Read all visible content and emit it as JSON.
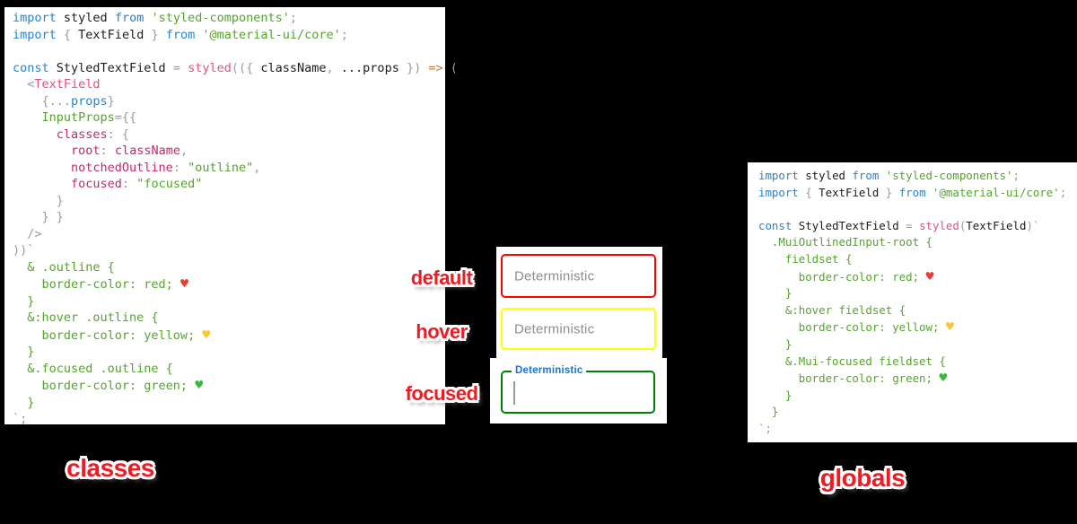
{
  "stickers": {
    "default": "default",
    "hover": "hover",
    "focused": "focused",
    "classes": "classes",
    "globals": "globals",
    "color": "#ed1c24"
  },
  "demo": {
    "default_field": {
      "placeholder": "Deterministic",
      "border_color": "#ff0000"
    },
    "hover_field": {
      "placeholder": "Deterministic",
      "border_color": "#ffff00"
    },
    "focused_field": {
      "label": "Deterministic",
      "border_color": "#008000",
      "label_color": "#1976d2",
      "caret_color": "#9a9a9a"
    }
  },
  "code_panels": {
    "classes": {
      "lines": [
        [
          [
            "kw",
            "import"
          ],
          [
            "pl",
            " styled "
          ],
          [
            "kw",
            "from"
          ],
          [
            "gr",
            " 'styled-components'"
          ],
          [
            "pn",
            ";"
          ]
        ],
        [
          [
            "kw",
            "import"
          ],
          [
            "pn",
            " { "
          ],
          [
            "pl",
            "TextField"
          ],
          [
            "pn",
            " } "
          ],
          [
            "kw",
            "from"
          ],
          [
            "gr",
            " '@material-ui/core'"
          ],
          [
            "pn",
            ";"
          ]
        ],
        [],
        [
          [
            "kw",
            "const"
          ],
          [
            "pl",
            " StyledTextField "
          ],
          [
            "pn",
            "= "
          ],
          [
            "rs",
            "styled"
          ],
          [
            "pn",
            "(({ "
          ],
          [
            "pl",
            "className"
          ],
          [
            "pn",
            ", "
          ],
          [
            "pl",
            "...props"
          ],
          [
            "pn",
            " }) "
          ],
          [
            "ar",
            "=>"
          ],
          [
            "pn",
            " ("
          ]
        ],
        [
          [
            "pn",
            "  <"
          ],
          [
            "rs",
            "TextField"
          ]
        ],
        [
          [
            "pn",
            "    {..."
          ],
          [
            "kw",
            "props"
          ],
          [
            "pn",
            "}"
          ]
        ],
        [
          [
            "gr",
            "    InputProps"
          ],
          [
            "pn",
            "={{"
          ]
        ],
        [
          [
            "ky",
            "      classes"
          ],
          [
            "pn",
            ": {"
          ]
        ],
        [
          [
            "ky",
            "        root"
          ],
          [
            "pn",
            ": "
          ],
          [
            "ky",
            "className"
          ],
          [
            "pn",
            ","
          ]
        ],
        [
          [
            "ky",
            "        notchedOutline"
          ],
          [
            "pn",
            ": "
          ],
          [
            "gr",
            "\"outline\""
          ],
          [
            "pn",
            ","
          ]
        ],
        [
          [
            "ky",
            "        focused"
          ],
          [
            "pn",
            ": "
          ],
          [
            "gr",
            "\"focused\""
          ]
        ],
        [
          [
            "pn",
            "      }"
          ]
        ],
        [
          [
            "pn",
            "    } }"
          ]
        ],
        [
          [
            "pn",
            "  />"
          ]
        ],
        [
          [
            "pn",
            "))`"
          ]
        ],
        [
          [
            "gr",
            "  & .outline {"
          ]
        ],
        [
          [
            "gr",
            "    border-color: red; "
          ],
          [
            "hr",
            "♥"
          ]
        ],
        [
          [
            "gr",
            "  }"
          ]
        ],
        [
          [
            "gr",
            "  &:hover .outline {"
          ]
        ],
        [
          [
            "gr",
            "    border-color: yellow; "
          ],
          [
            "hy",
            "♥"
          ]
        ],
        [
          [
            "gr",
            "  }"
          ]
        ],
        [
          [
            "gr",
            "  &.focused .outline {"
          ]
        ],
        [
          [
            "gr",
            "    border-color: green; "
          ],
          [
            "hg",
            "♥"
          ]
        ],
        [
          [
            "gr",
            "  }"
          ]
        ],
        [
          [
            "pn",
            "`;"
          ]
        ]
      ]
    },
    "globals": {
      "lines": [
        [
          [
            "kw",
            "import"
          ],
          [
            "pl",
            " styled "
          ],
          [
            "kw",
            "from"
          ],
          [
            "gr",
            " 'styled-components'"
          ],
          [
            "pn",
            ";"
          ]
        ],
        [
          [
            "kw",
            "import"
          ],
          [
            "pn",
            " { "
          ],
          [
            "pl",
            "TextField"
          ],
          [
            "pn",
            " } "
          ],
          [
            "kw",
            "from"
          ],
          [
            "gr",
            " '@material-ui/core'"
          ],
          [
            "pn",
            ";"
          ]
        ],
        [],
        [
          [
            "kw",
            "const"
          ],
          [
            "pl",
            " StyledTextField "
          ],
          [
            "pn",
            "= "
          ],
          [
            "rs",
            "styled"
          ],
          [
            "pn",
            "("
          ],
          [
            "pl",
            "TextField"
          ],
          [
            "pn",
            ")`"
          ]
        ],
        [
          [
            "gr",
            "  .MuiOutlinedInput-root {"
          ]
        ],
        [
          [
            "gr",
            "    fieldset {"
          ]
        ],
        [
          [
            "gr",
            "      border-color: red; "
          ],
          [
            "hr",
            "♥"
          ]
        ],
        [
          [
            "gr",
            "    }"
          ]
        ],
        [
          [
            "gr",
            "    &:hover fieldset {"
          ]
        ],
        [
          [
            "gr",
            "      border-color: yellow; "
          ],
          [
            "hy",
            "♥"
          ]
        ],
        [
          [
            "gr",
            "    }"
          ]
        ],
        [
          [
            "gr",
            "    &.Mui-focused fieldset {"
          ]
        ],
        [
          [
            "gr",
            "      border-color: green; "
          ],
          [
            "hg",
            "♥"
          ]
        ],
        [
          [
            "gr",
            "    }"
          ]
        ],
        [
          [
            "gr",
            "  }"
          ]
        ],
        [
          [
            "pn",
            "`;"
          ]
        ]
      ]
    }
  }
}
